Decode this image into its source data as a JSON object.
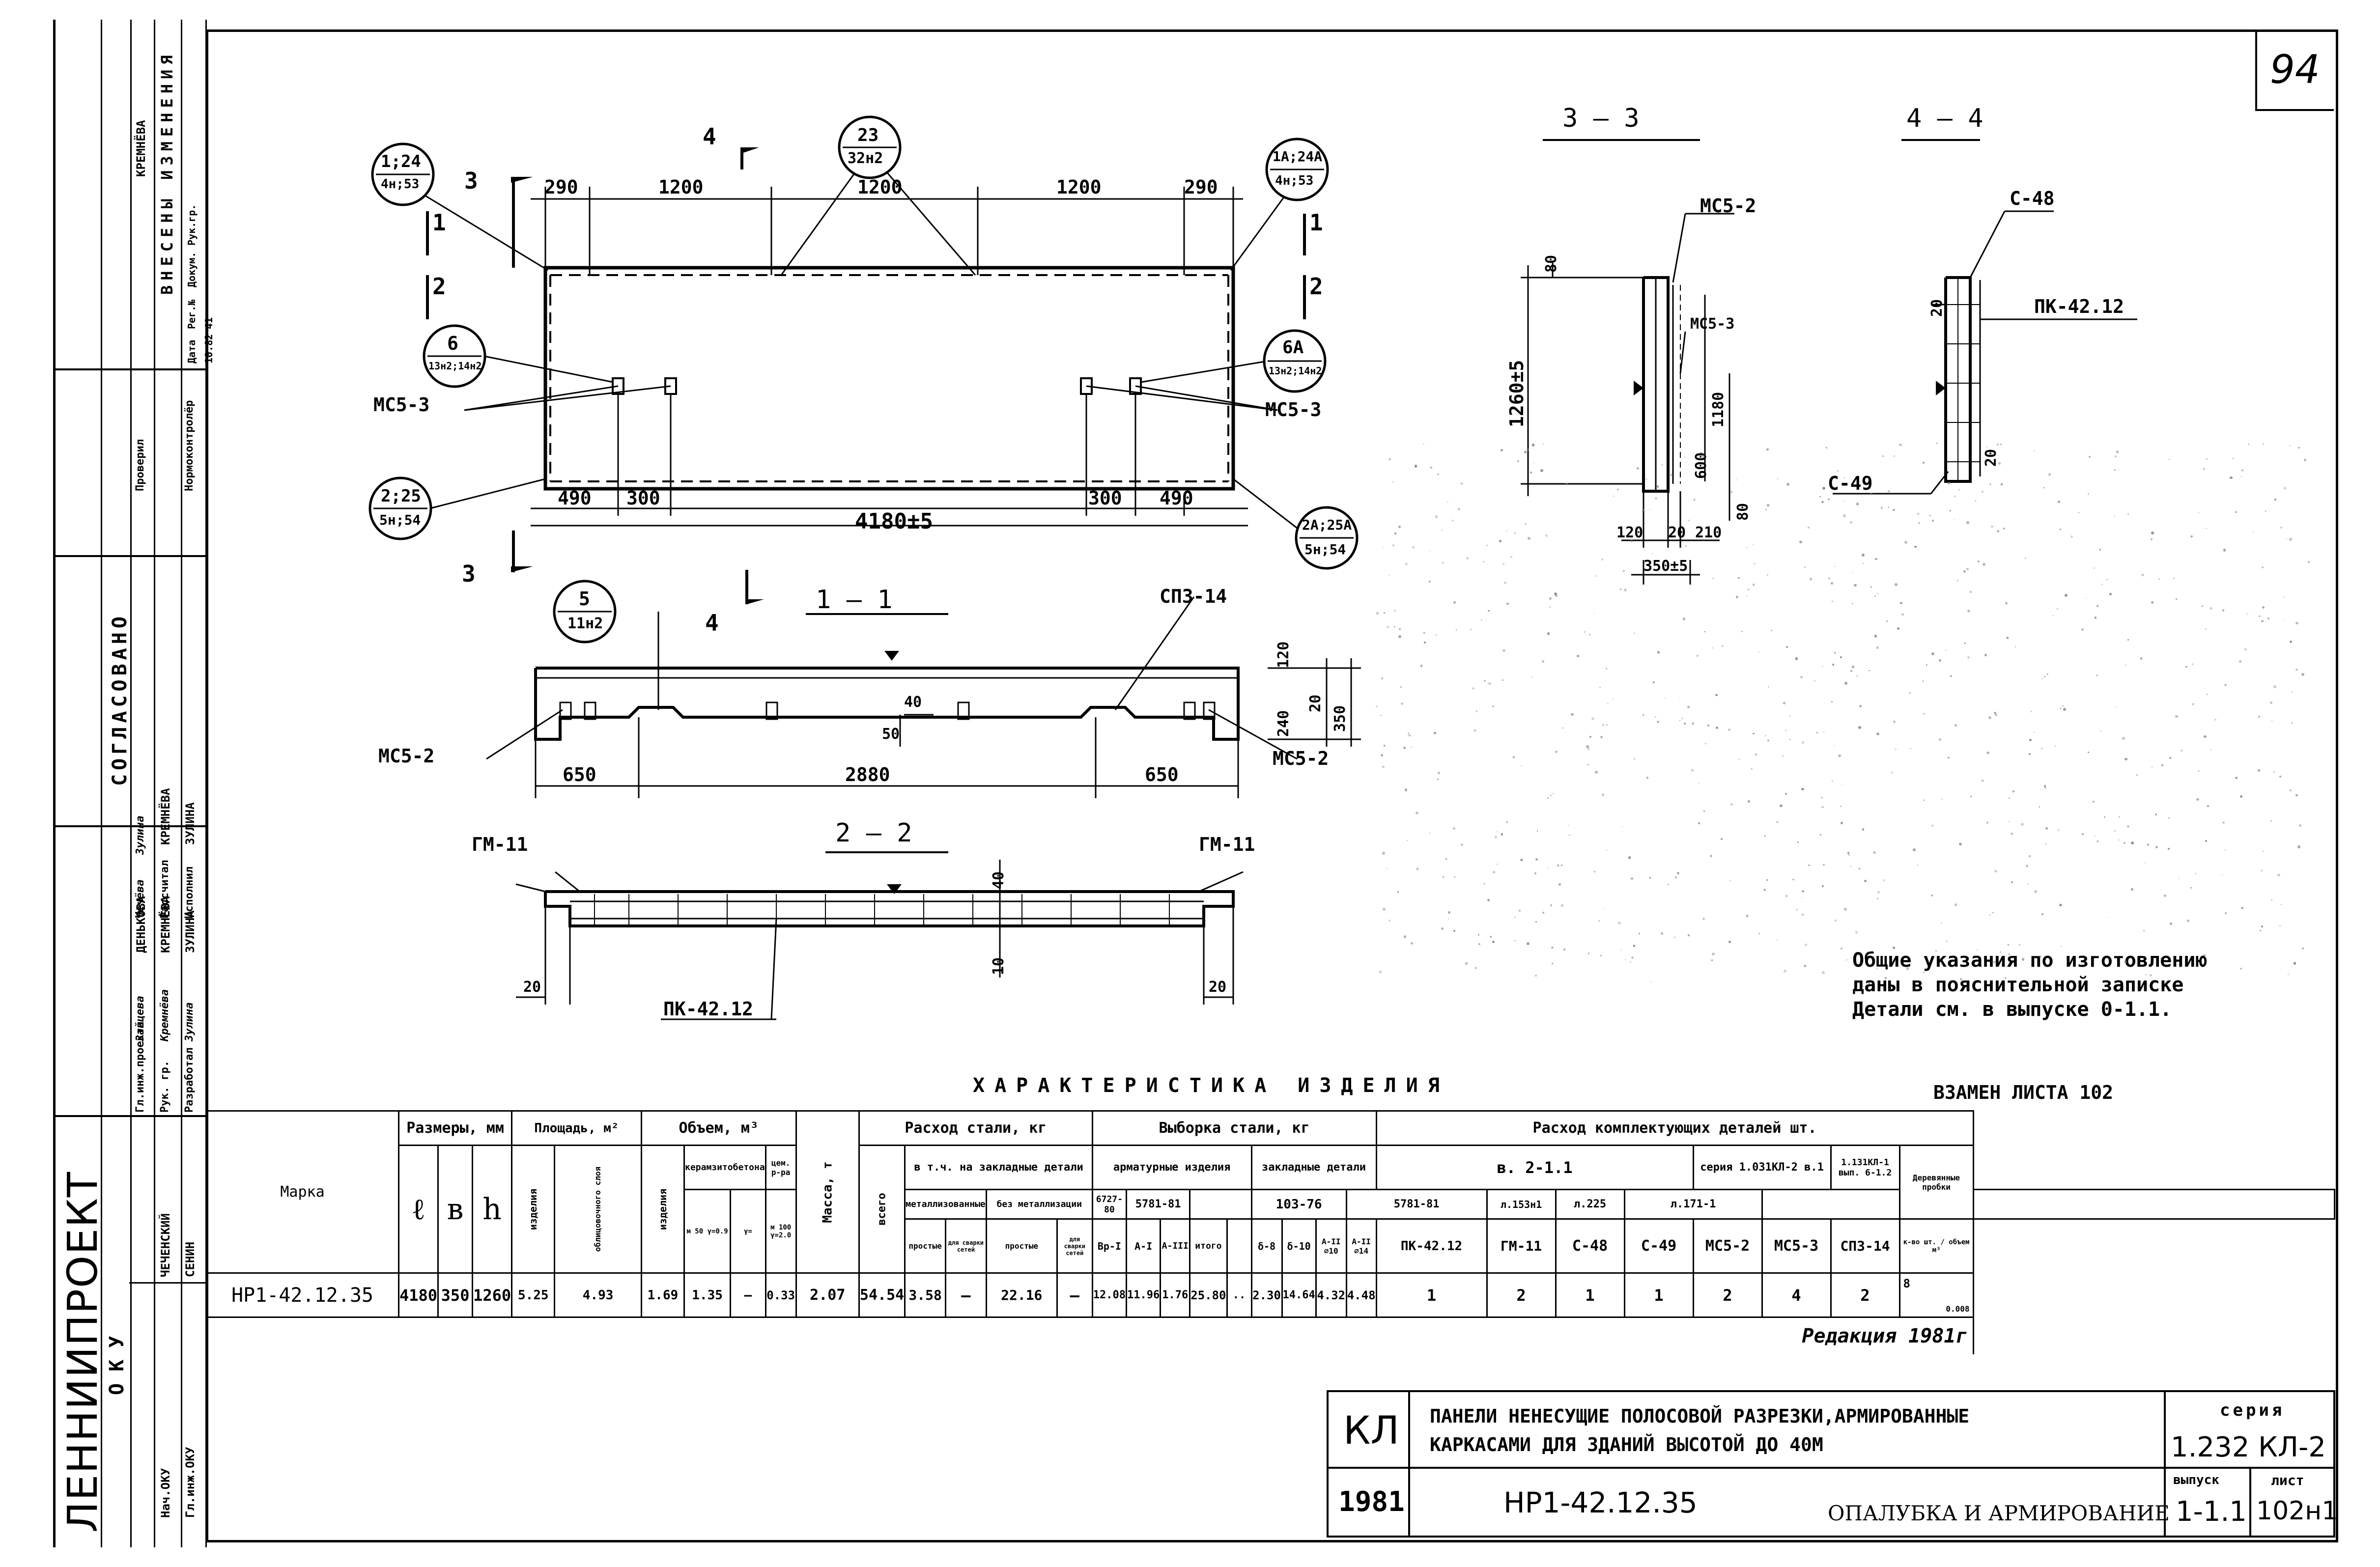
{
  "sheet": {
    "page_number": "94"
  },
  "left_strip": {
    "org": "ЛЕННИИПРОЕКТ",
    "okv": "О К У",
    "col_a": [
      "Гл.инж.проекта",
      "Рук. гр.",
      "Разработал",
      "Рассчитал",
      "Исполнил"
    ],
    "col_b": [
      "Зайцева",
      "Кремнёва",
      "Зулина",
      "Чечёва",
      "Зулина"
    ],
    "col_c": [
      "ДЕНЬКОВА",
      "КРЕМНЁВА",
      "ЗУЛИНА",
      "КРЕМНЁВА",
      "ЗУЛИНА"
    ],
    "col_d": [
      "Нач.ОКУ",
      "Гл.инж.ОКУ"
    ],
    "col_e": [
      "ЧЕЧЕНСКИЙ",
      "СЕНИН"
    ],
    "approval": "СОГЛАСОВАНО",
    "changes_title": "ВНЕСЕНЫ ИЗМЕНЕНИЯ",
    "changes_rows": [
      "Проверил",
      "Нормоконтролёр"
    ],
    "changes_cols": [
      "Дата",
      "Рег.№",
      "Докум.",
      "Рук.гр."
    ],
    "changes_values": [
      "10.82",
      "41"
    ],
    "checked_name": "КРЕМНЁВА"
  },
  "plan": {
    "callout_1": "1;24",
    "callout_1b": "4н;53",
    "callout_23": "23",
    "callout_23b": "32н2",
    "callout_1a": "1А;24А",
    "callout_1ab": "4н;53",
    "callout_6": "6",
    "callout_6b": "13н2;14н2",
    "callout_6a": "6А",
    "callout_6ab": "13н2;14н2",
    "callout_2": "2;25",
    "callout_2b": "5н;54",
    "callout_2a": "2А;25А",
    "callout_2ab": "5н;54",
    "dims_top": [
      "290",
      "1200",
      "1200",
      "1200",
      "290"
    ],
    "dims_bottom": [
      "490",
      "300",
      "300",
      "490"
    ],
    "total_length": "4180±5",
    "ms53": "МС5-3",
    "cut_3": "3",
    "cut_4": "4",
    "cut_1": "1",
    "cut_2": "2"
  },
  "section_11": {
    "title": "1 — 1",
    "callout_5": "5",
    "callout_5b": "11н2",
    "sp3": "СП3-14",
    "ms52": "МС5-2",
    "dims": [
      "650",
      "2880",
      "650"
    ],
    "dim_40": "40",
    "dim_50": "50",
    "vert_dims": [
      "120",
      "240",
      "20",
      "350"
    ]
  },
  "section_22": {
    "title": "2 — 2",
    "gm": "ГМ-11",
    "pk": "ПК-42.12",
    "dim_20": "20",
    "dim_40": "40",
    "dim_10": "10"
  },
  "section_33": {
    "title": "3 — 3",
    "ms52": "МС5-2",
    "ms53": "МС5-3",
    "height": "1260±5",
    "inner": "1180",
    "d80": "80",
    "d600": "600",
    "bottom": [
      "120",
      "20",
      "210"
    ],
    "width": "350±5"
  },
  "section_44": {
    "title": "4 — 4",
    "c48": "С-48",
    "c49": "С-49",
    "pk": "ПК-42.12",
    "d20": "20"
  },
  "notes": [
    "Общие указания по изготовлению",
    "даны в пояснительной записке",
    "Детали см. в выпуске 0-1.1."
  ],
  "table": {
    "title": "ХАРАКТЕРИСТИКА  ИЗДЕЛИЯ",
    "replace_note": "ВЗАМЕН ЛИСТА 102",
    "marka": "Марка",
    "sizes": "Размеры, мм",
    "area": "Площадь, м²",
    "volume": "Объем, м³",
    "mass": "Масса, т",
    "steel": "Расход стали, кг",
    "selection": "Выборка стали, кг",
    "components": "Расход комплектующих деталей шт.",
    "l": "ℓ",
    "b": "в",
    "h": "h",
    "area_cols": [
      "изделия",
      "облицовочного слоя"
    ],
    "vol_cols": [
      "изделия",
      "керамзитобетона",
      "цем. р-ра"
    ],
    "vol_sub": [
      "м 50 γ=0.9",
      "γ=",
      "м 100 γ=2.0"
    ],
    "steel_total": "всего",
    "embedded": "в т.ч. на закладные детали",
    "metal": "металлизованные",
    "nonmetal": "без металлизации",
    "simple": "простые",
    "spec": "для сварки сетей",
    "rebar_items": "арматурные изделия",
    "embedded_parts": "закладные детали",
    "gost_a": "6727-80",
    "gost_b": "5781-81",
    "gost_c": "103-76",
    "gost_d": "5781-81",
    "rebar_sub": [
      "Вр-I",
      "А-I",
      "А-III",
      "итого"
    ],
    "emb_sub": [
      "δ-8",
      "δ-10",
      "А-II ∅10",
      "А-II ∅14"
    ],
    "series_a": "в. 2-1.1",
    "series_b": "серия 1.031КЛ-2 в.1",
    "series_c": "1.131КЛ-1 вып. 6-1.2",
    "sub_a": [
      "л.153н1",
      "л.225",
      "л.171-1"
    ],
    "parts": [
      "ПК-42.12",
      "ГМ-11",
      "С-48",
      "С-49",
      "МС5-2",
      "МС5-3",
      "СП3-14"
    ],
    "ins": "Деревянные пробки",
    "ins_sub": "к-во шт. / объем м³",
    "row": {
      "marka": "НР1-42.12.35",
      "l": "4180",
      "b": "350",
      "h": "1260",
      "area_item": "5.25",
      "area_face": "4.93",
      "vol_item": "1.69",
      "vol_ker": "1.35",
      "vol_x": "–",
      "vol_cem": "0.33",
      "mass": "2.07",
      "steel_total": "54.54",
      "metal_simple": "3.58",
      "metal_spec": "–",
      "nonmetal_simple": "22.16",
      "nonmetal_spec": "–",
      "r1": "12.08",
      "r2": "11.96",
      "r3": "1.76",
      "r_total": "25.80",
      "e0": "..",
      "e1": "2.30",
      "e2": "14.64",
      "e3": "4.32",
      "e4": "4.48",
      "p": [
        "1",
        "2",
        "1",
        "1",
        "2",
        "4",
        "2"
      ],
      "ins_count": "8",
      "ins_vol": "0.008"
    },
    "edition": "Редакция 1981г"
  },
  "title_block": {
    "kl": "КЛ",
    "desc_1": "ПАНЕЛИ НЕНЕСУЩИЕ ПОЛОСОВОЙ РАЗРЕЗКИ,АРМИРОВАННЫЕ",
    "desc_2": "КАРКАСАМИ  ДЛЯ ЗДАНИЙ ВЫСОТОЙ ДО 40М",
    "series_label": "серия",
    "series": "1.232 КЛ-2",
    "year": "1981",
    "marka": "НР1-42.12.35",
    "sheet_title": "ОПАЛУБКА И АРМИРОВАНИЕ",
    "issue_label": "выпуск",
    "issue": "1-1.1",
    "sheet_label": "лист",
    "sheet": "102н1"
  }
}
